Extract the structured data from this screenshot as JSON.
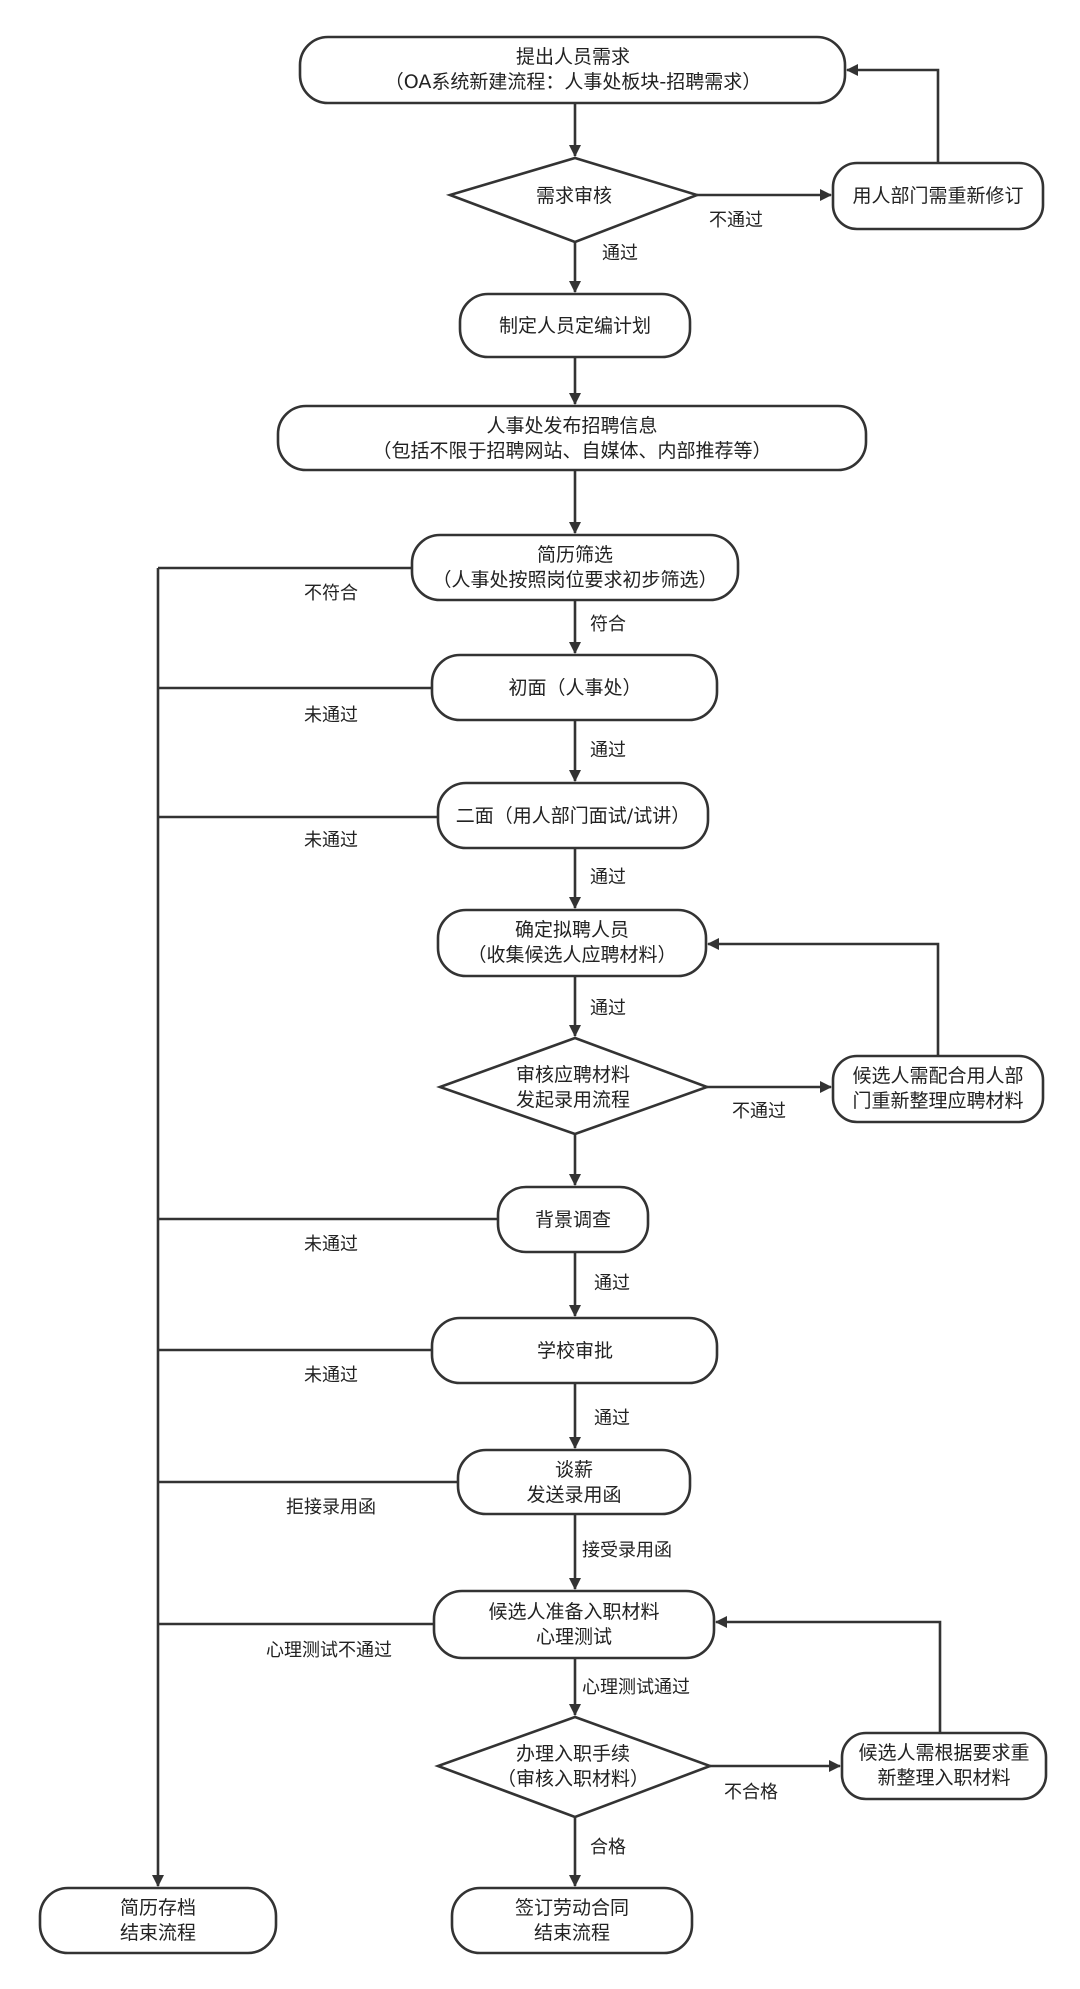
{
  "nodes": {
    "n1": {
      "lines": [
        "提出人员需求",
        "（OA系统新建流程：人事处板块-招聘需求）"
      ]
    },
    "d1": {
      "lines": [
        "需求审核"
      ]
    },
    "r1": {
      "lines": [
        "用人部门需重新修订"
      ]
    },
    "n2": {
      "lines": [
        "制定人员定编计划"
      ]
    },
    "n3": {
      "lines": [
        "人事处发布招聘信息",
        "（包括不限于招聘网站、自媒体、内部推荐等）"
      ]
    },
    "n4": {
      "lines": [
        "简历筛选",
        "（人事处按照岗位要求初步筛选）"
      ]
    },
    "n5": {
      "lines": [
        "初面（人事处）"
      ]
    },
    "n6": {
      "lines": [
        "二面（用人部门面试/试讲）"
      ]
    },
    "n7": {
      "lines": [
        "确定拟聘人员",
        "（收集候选人应聘材料）"
      ]
    },
    "d2": {
      "lines": [
        "审核应聘材料",
        "发起录用流程"
      ]
    },
    "r2": {
      "lines": [
        "候选人需配合用人部",
        "门重新整理应聘材料"
      ]
    },
    "n8": {
      "lines": [
        "背景调查"
      ]
    },
    "n9": {
      "lines": [
        "学校审批"
      ]
    },
    "n10": {
      "lines": [
        "谈薪",
        "发送录用函"
      ]
    },
    "n11": {
      "lines": [
        "候选人准备入职材料",
        "心理测试"
      ]
    },
    "d3": {
      "lines": [
        "办理入职手续",
        "（审核入职材料）"
      ]
    },
    "r3": {
      "lines": [
        "候选人需根据要求重",
        "新整理入职材料"
      ]
    },
    "e1": {
      "lines": [
        "简历存档",
        "结束流程"
      ]
    },
    "e2": {
      "lines": [
        "签订劳动合同",
        "结束流程"
      ]
    }
  },
  "edge_labels": {
    "d1_no": "不通过",
    "d1_yes": "通过",
    "n4_reject": "不符合",
    "n4_yes": "符合",
    "n5_reject": "未通过",
    "n5_yes": "通过",
    "n6_reject": "未通过",
    "n6_yes": "通过",
    "n7_yes": "通过",
    "d2_no": "不通过",
    "n8_reject": "未通过",
    "n8_yes": "通过",
    "n9_reject": "未通过",
    "n9_yes": "通过",
    "n10_reject": "拒接录用函",
    "n10_yes": "接受录用函",
    "n11_reject": "心理测试不通过",
    "n11_yes": "心理测试通过",
    "d3_no": "不合格",
    "d3_yes": "合格"
  }
}
